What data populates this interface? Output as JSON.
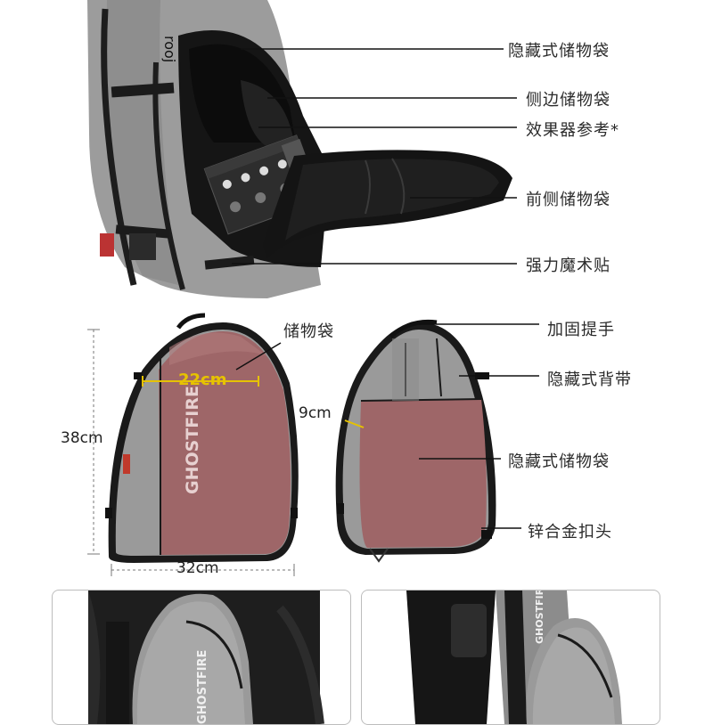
{
  "top_callouts": [
    {
      "text": "隐藏式储物袋"
    },
    {
      "text": "侧边储物袋"
    },
    {
      "text": "效果器参考*"
    },
    {
      "text": "前侧储物袋"
    },
    {
      "text": "强力魔术贴"
    }
  ],
  "middle": {
    "left_labels": {
      "pocket": "储物袋",
      "width_inner": "22cm",
      "height": "38cm",
      "width_bottom": "32cm",
      "brand_logo": "GHOSTFIRE"
    },
    "right_labels": {
      "depth": "9cm",
      "handle": "加固提手",
      "straps": "隐藏式背带",
      "hidden_pocket": "隐藏式储物袋",
      "buckle": "锌合金扣头"
    }
  },
  "bottom": {
    "left_logo": "GHOSTFIRE",
    "right_logo": "GHOSTFIRE"
  },
  "colors": {
    "fabric_gray": "#9a9a9a",
    "fabric_rose": "#9e6668",
    "zipper_black": "#1a1a1a",
    "accent_yellow": "#e6c200",
    "callout_line": "#111111"
  }
}
